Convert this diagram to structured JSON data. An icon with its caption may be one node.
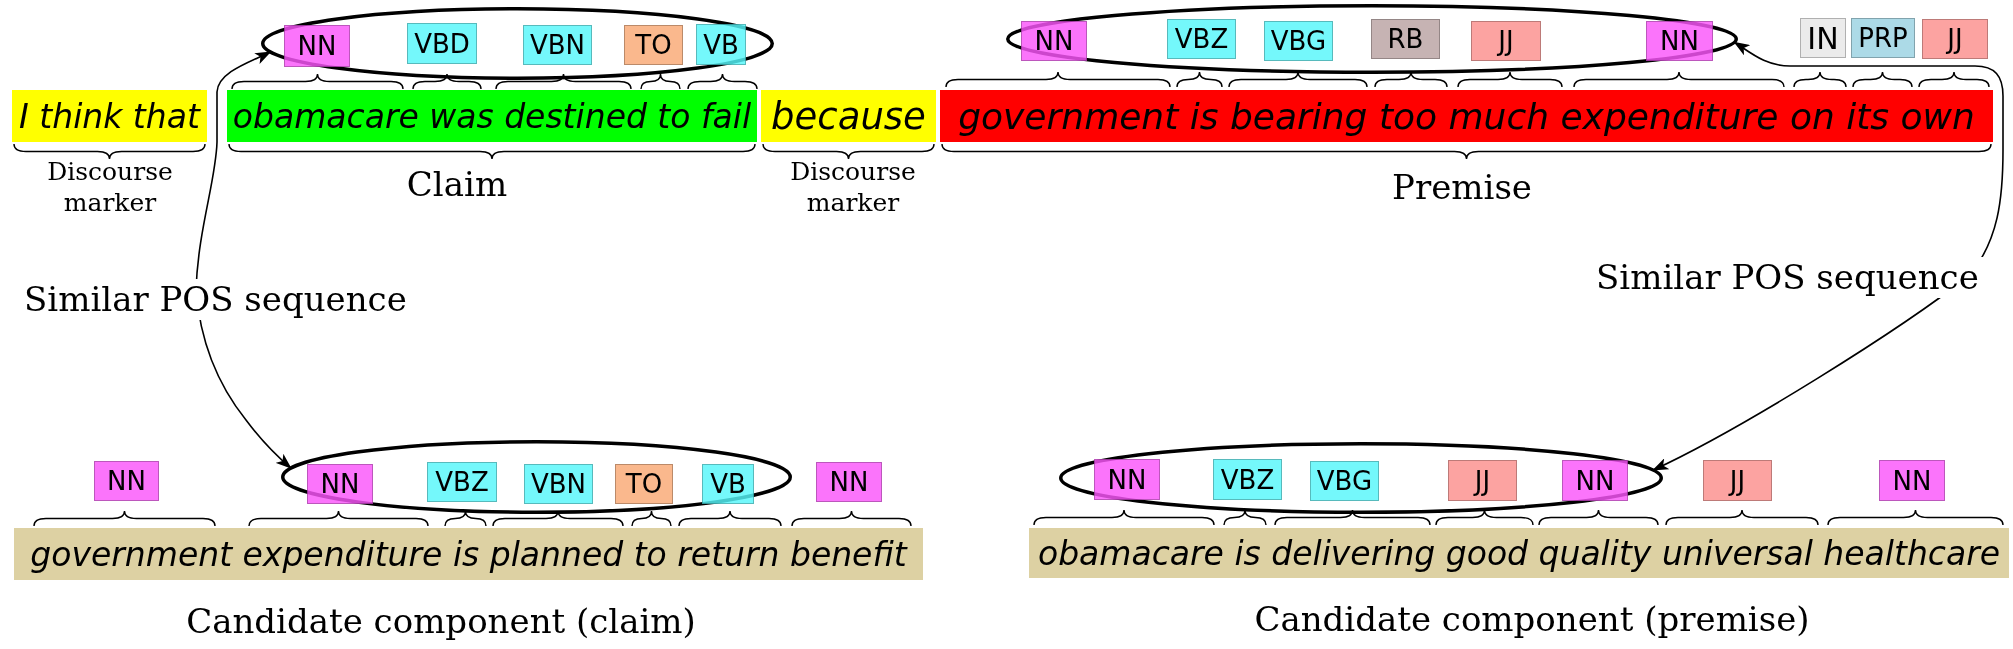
{
  "diagram": {
    "nodes": [
      {
        "text": [],
        "shape": "ellipse"
      },
      {
        "text": [
          "NN"
        ],
        "in": 0
      },
      {
        "text": [
          "VBD"
        ],
        "in": 0
      },
      {
        "text": [
          "VBN"
        ],
        "in": 0
      },
      {
        "text": [
          "TO"
        ],
        "in": 0
      },
      {
        "text": [
          "VB"
        ],
        "in": 0
      },
      {
        "text": [],
        "shape": "ellipse"
      },
      {
        "text": [
          "NN"
        ],
        "in": 6
      },
      {
        "text": [
          "VBZ"
        ],
        "in": 6
      },
      {
        "text": [
          "VBG"
        ],
        "in": 6
      },
      {
        "text": [
          "RB"
        ],
        "in": 6
      },
      {
        "text": [
          "JJ"
        ],
        "in": 6
      },
      {
        "text": [
          "NN"
        ],
        "in": 6
      },
      {
        "text": [
          "IN"
        ]
      },
      {
        "text": [
          "PRP"
        ]
      },
      {
        "text": [
          "JJ"
        ]
      },
      {
        "text": [
          "I think that"
        ],
        "beside": [
          "Discourse marker"
        ]
      },
      {
        "text": [
          "obamacare was destined to fail"
        ],
        "beside": [
          "Claim"
        ]
      },
      {
        "text": [
          "because"
        ],
        "beside": [
          "Discourse marker"
        ]
      },
      {
        "text": [
          "government is bearing too much expenditure on its own"
        ],
        "beside": [
          "Premise"
        ]
      },
      {
        "text": [
          "NN"
        ]
      },
      {
        "text": [],
        "shape": "ellipse"
      },
      {
        "text": [
          "NN"
        ],
        "in": 21
      },
      {
        "text": [
          "VBZ"
        ],
        "in": 21
      },
      {
        "text": [
          "VBN"
        ],
        "in": 21
      },
      {
        "text": [
          "TO"
        ],
        "in": 21
      },
      {
        "text": [
          "VB"
        ],
        "in": 21
      },
      {
        "text": [
          "NN"
        ]
      },
      {
        "text": [],
        "shape": "ellipse"
      },
      {
        "text": [
          "NN"
        ],
        "in": 28
      },
      {
        "text": [
          "VBZ"
        ],
        "in": 28
      },
      {
        "text": [
          "VBG"
        ],
        "in": 28
      },
      {
        "text": [
          "JJ"
        ],
        "in": 28
      },
      {
        "text": [
          "NN"
        ],
        "in": 28
      },
      {
        "text": [
          "JJ"
        ]
      },
      {
        "text": [
          "NN"
        ]
      },
      {
        "text": [
          "government expenditure is planned to return benefit"
        ],
        "beside": [
          "Candidate component (claim)"
        ]
      },
      {
        "text": [
          "obamacare is delivering good quality universal healthcare"
        ],
        "beside": [
          "Candidate component (premise)"
        ]
      }
    ],
    "edges": [
      {
        "from": 0,
        "to": 21,
        "arrow": "both",
        "label": "Similar POS sequence"
      },
      {
        "from": 6,
        "to": 28,
        "arrow": "both",
        "label": "Similar POS sequence"
      }
    ]
  }
}
